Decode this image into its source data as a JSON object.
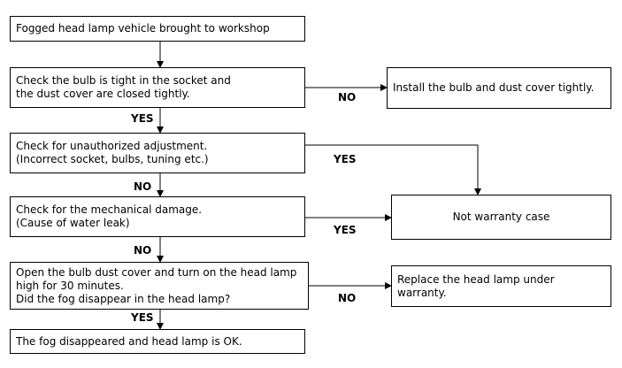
{
  "boxes": {
    "start": "Fogged head lamp vehicle brought to workshop",
    "check_bulb_1": "Check the bulb is tight in the socket and",
    "check_bulb_2": "the dust cover are closed tightly.",
    "install": "Install the bulb and dust cover tightly.",
    "check_adjust_1": "Check for unauthorized adjustment.",
    "check_adjust_2": "(Incorrect socket, bulbs, tuning etc.)",
    "not_warranty": "Not warranty case",
    "check_damage_1": "Check for the mechanical damage.",
    "check_damage_2": "(Cause of water leak)",
    "open_cover_1": "Open the bulb dust cover and turn on the head lamp",
    "open_cover_2": "high for 30 minutes.",
    "open_cover_3": "Did the fog disappear in the head lamp?",
    "replace": "Replace the head lamp under warranty.",
    "ok": "The fog disappeared and head lamp is OK."
  },
  "labels": {
    "bulb_no": "NO",
    "bulb_yes": "YES",
    "adjust_yes": "YES",
    "adjust_no": "NO",
    "damage_yes": "YES",
    "damage_no": "NO",
    "fog_no": "NO",
    "fog_yes": "YES"
  }
}
